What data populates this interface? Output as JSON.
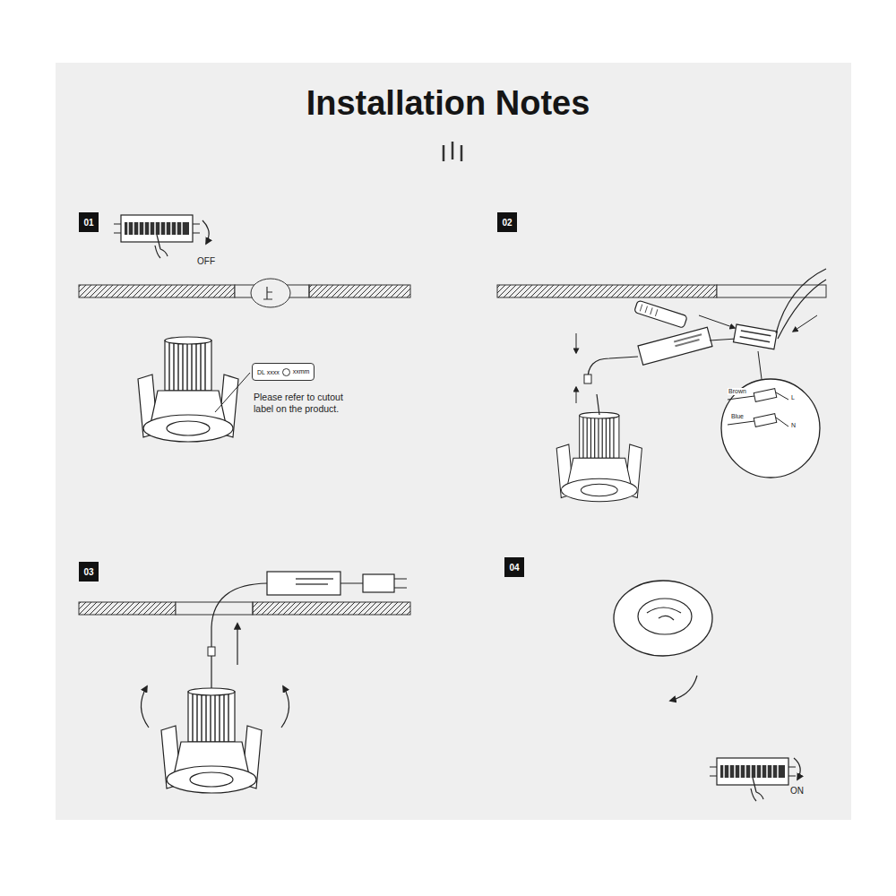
{
  "diagram": {
    "title": "Installation Notes",
    "nodes": [
      {
        "text": [
          "01"
        ]
      },
      {
        "text": [
          "DL xxxx",
          "xxmm"
        ]
      },
      {
        "text": [
          "02"
        ]
      },
      {
        "text": [
          "03"
        ]
      },
      {
        "text": [
          "04"
        ]
      }
    ],
    "labels": [
      "OFF",
      "Please refer to cutout label on the product.",
      "Brown",
      "L",
      "Blue",
      "N",
      "ON"
    ]
  }
}
